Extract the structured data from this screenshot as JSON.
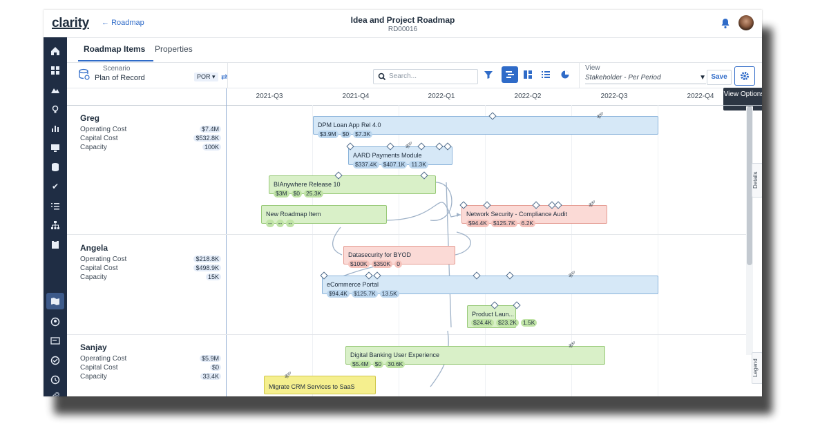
{
  "app": {
    "logo": "clarity",
    "back_link": "Roadmap",
    "title": "Idea and Project Roadmap",
    "subtitle": "RD00016"
  },
  "tabs": [
    {
      "label": "Roadmap Items"
    },
    {
      "label": "Properties"
    }
  ],
  "toolbar": {
    "scenario_label": "Scenario",
    "scenario_value": "Plan of Record",
    "scenario_code": "POR",
    "search_placeholder": "Search...",
    "view_label": "View",
    "view_value": "Stakeholder - Per Period",
    "save_label": "Save",
    "tooltip": "View Options"
  },
  "quarters": [
    "2021-Q3",
    "2021-Q4",
    "2022-Q1",
    "2022-Q2",
    "2022-Q3",
    "2022-Q4"
  ],
  "owners": [
    {
      "name": "Greg",
      "operating_cost_label": "Operating Cost",
      "operating_cost": "$7.4M",
      "capital_cost_label": "Capital Cost",
      "capital_cost": "$532.8K",
      "capacity_label": "Capacity",
      "capacity": "100K"
    },
    {
      "name": "Angela",
      "operating_cost_label": "Operating Cost",
      "operating_cost": "$218.8K",
      "capital_cost_label": "Capital Cost",
      "capital_cost": "$498.9K",
      "capacity_label": "Capacity",
      "capacity": "15K"
    },
    {
      "name": "Sanjay",
      "operating_cost_label": "Operating Cost",
      "operating_cost": "$5.9M",
      "capital_cost_label": "Capital Cost",
      "capital_cost": "$0",
      "capacity_label": "Capacity",
      "capacity": "33.4K"
    }
  ],
  "items": [
    {
      "name": "DPM Loan App Rel 4.0",
      "chips": [
        "$3.9M",
        "$0",
        "$7.3K"
      ],
      "color": "blue"
    },
    {
      "name": "AARD Payments Module",
      "chips": [
        "$337.4K",
        "$407.1K",
        "11.3K"
      ],
      "color": "blue"
    },
    {
      "name": "BIAnywhere Release 10",
      "chips": [
        "$3M",
        "$0",
        "25.3K"
      ],
      "color": "green"
    },
    {
      "name": "New Roadmap Item",
      "chips": [
        "--",
        "--",
        "--"
      ],
      "color": "green"
    },
    {
      "name": "Network Security - Compliance Audit",
      "chips": [
        "$94.4K",
        "$125.7K",
        "6.2K"
      ],
      "color": "red"
    },
    {
      "name": "Datasecurity for BYOD",
      "chips": [
        "$100K",
        "$350K",
        "0"
      ],
      "color": "red"
    },
    {
      "name": "eCommerce Portal",
      "chips": [
        "$94.4K",
        "$125.7K",
        "13.5K"
      ],
      "color": "blue"
    },
    {
      "name": "Product Laun...",
      "chips": [
        "$24.4K",
        "$23.2K",
        "1.5K"
      ],
      "color": "green"
    },
    {
      "name": "Digital Banking User Experience",
      "chips": [
        "$5.4M",
        "$0",
        "30.6K"
      ],
      "color": "green"
    },
    {
      "name": "Migrate CRM Services to SaaS",
      "chips": [],
      "color": "yellow"
    }
  ],
  "side_tabs": {
    "details": "Details",
    "legend": "Legend"
  }
}
